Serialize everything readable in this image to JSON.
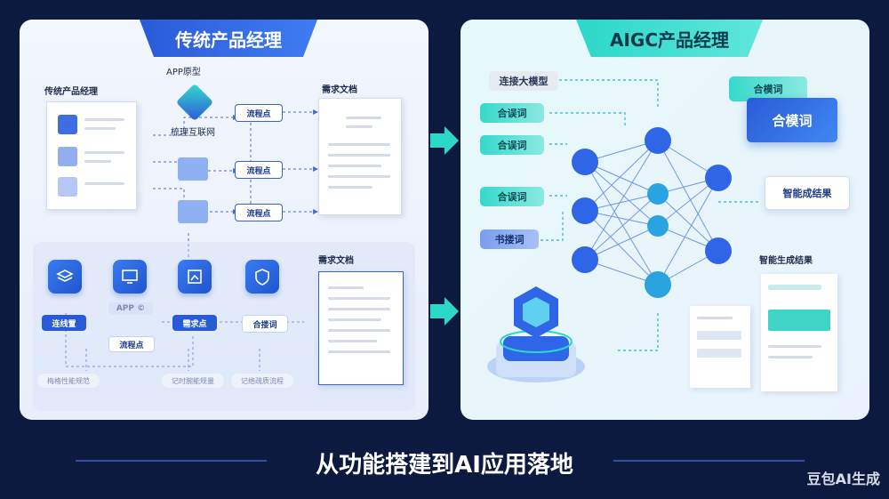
{
  "left": {
    "title": "传统产品经理",
    "app_prototype": "APP原型",
    "tpm_label": "传统产品经理",
    "wireframe_label": "梳理互联网",
    "flow_nodes": [
      "流程点",
      "流程点",
      "流程点"
    ],
    "req_doc_top": "需求文档",
    "req_doc_bottom": "需求文档",
    "bottom_buttons": {
      "connect": "连线置",
      "app": "APP ©",
      "flow": "流程点",
      "requirement": "需求点",
      "prompt": "合搂词"
    },
    "bottom_tags": [
      "梅格性能规范",
      "记时腕能规量",
      "记络疏质流程"
    ]
  },
  "right": {
    "title": "AIGC产品经理",
    "connect_llm": "连接大模型",
    "prompts": [
      "合误词",
      "合误词",
      "合误词",
      "书搂词"
    ],
    "card_small": "合模词",
    "card_big": "合模词",
    "smart_result": "智能成结果",
    "smart_generate": "智能生成结果"
  },
  "slogan": "从功能搭建到AI应用落地",
  "watermark": "豆包AI生成",
  "colors": {
    "bg": "#0d1a3f",
    "blue": "#2a5bd7",
    "cyan": "#2bd7c9",
    "node": "#2f66e8"
  }
}
